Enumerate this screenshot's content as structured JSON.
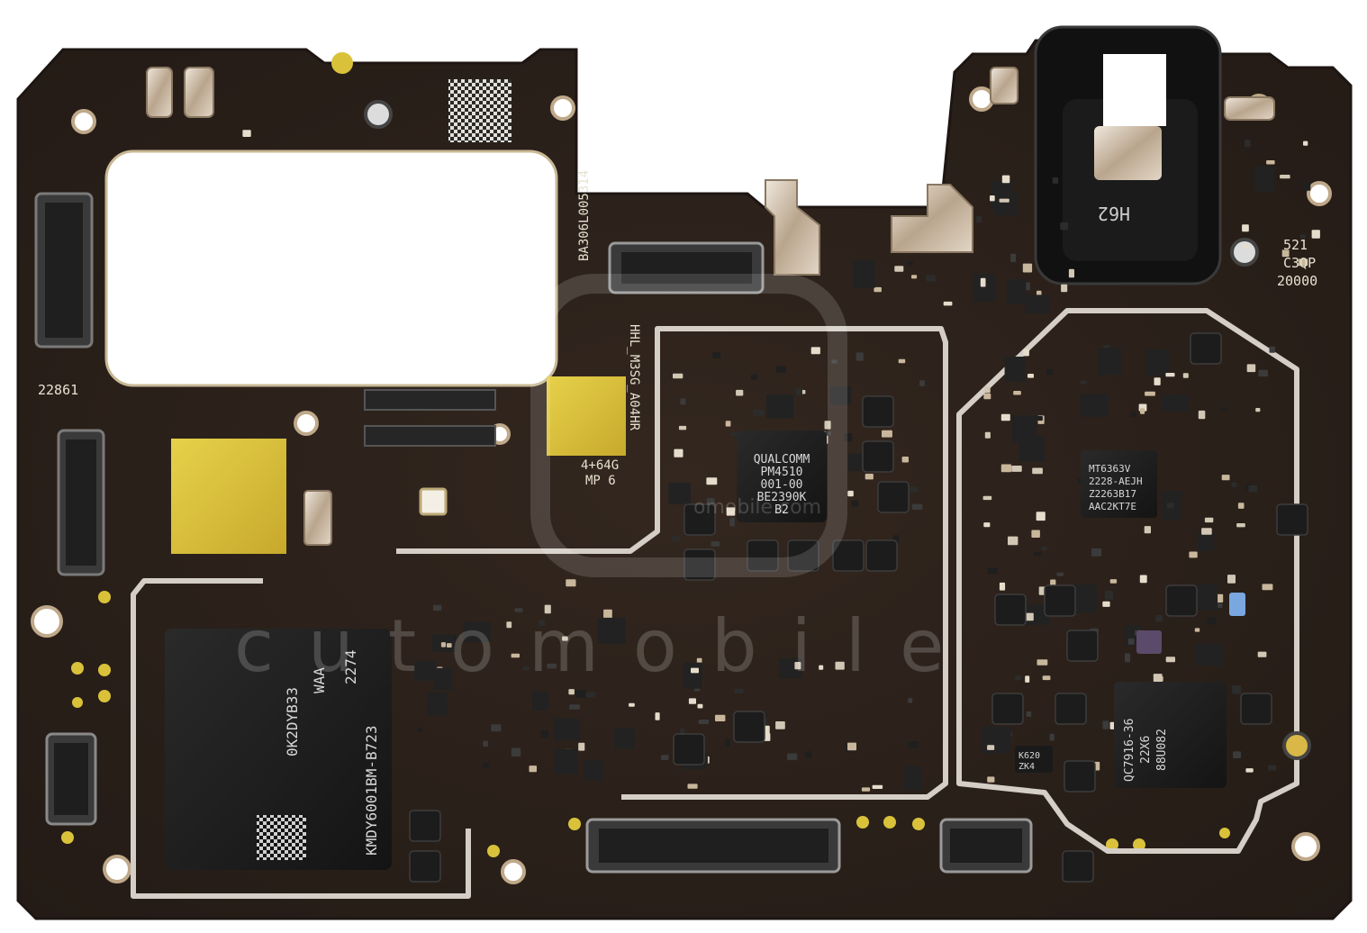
{
  "board": {
    "colors": {
      "pcb": "#2b211c",
      "pcb_edge": "#1c1512",
      "gold": "#d9c23a",
      "gold_dark": "#b79b25",
      "chip": "#1a1a1a",
      "shield": "#cfcac4",
      "silk": "#e8e2d0"
    },
    "silkscreen": {
      "board_code": "BA306L005314",
      "model": "HHL_M3SG_A04HR",
      "memory": "4+64G",
      "revision": "MP 6",
      "number_left": "22861",
      "right_line1": "521",
      "right_line2": "C3QP",
      "right_line3": "20000",
      "jack_label": "H62"
    },
    "chips": {
      "pmic": {
        "line1": "QUALCOMM",
        "line2": "PM4510",
        "line3": "001-00",
        "line4": "BE2390K",
        "line5": "B2"
      },
      "mediatek": {
        "line1": "MT6363V",
        "line2": "2228-AEJH",
        "line3": "Z2263B17",
        "line4": "AAC2KT7E"
      },
      "memory": {
        "line1": "KMDY6001BM-B723",
        "line2": "0K2DYB33",
        "line3": "WAA",
        "line4": "2274"
      },
      "rf": {
        "line1": "QC7916-36",
        "line2": "22X6",
        "line3": "88U082"
      },
      "small_k": {
        "line1": "K620",
        "line2": "ZK4"
      }
    },
    "watermark": {
      "brand": "cutomobile",
      "url": "omobile.com"
    }
  }
}
